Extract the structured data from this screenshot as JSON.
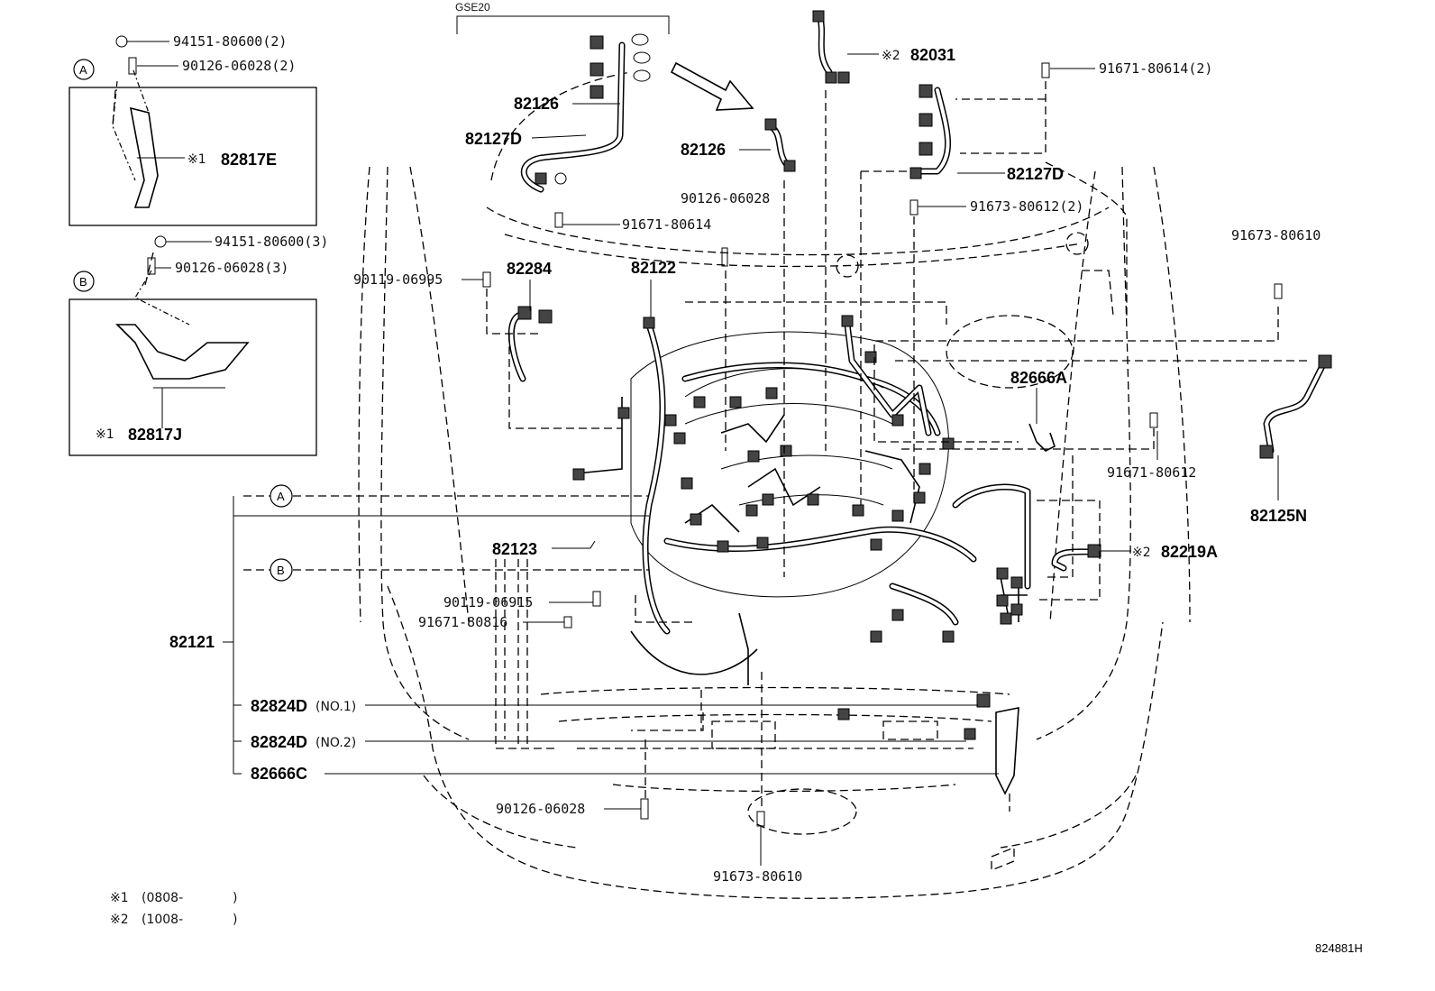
{
  "model_code": "GSE20",
  "figure_id": "824881H",
  "section_labels": {
    "a": "A",
    "b": "B"
  },
  "parts": {
    "p94151_80600_2": "94151-80600(2)",
    "p90126_06028_2": "90126-06028(2)",
    "p82817E": "82817E",
    "p94151_80600_3": "94151-80600(3)",
    "p90126_06028_3": "90126-06028(3)",
    "p82817J": "82817J",
    "p82126_a": "82126",
    "p82127D_a": "82127D",
    "p82126_b": "82126",
    "p82031": "82031",
    "p91671_80614_2": "91671-80614(2)",
    "p82127D_b": "82127D",
    "p91671_80614": "91671-80614",
    "p90126_06028_top": "90126-06028",
    "p91673_80612_2": "91673-80612(2)",
    "p91673_80610_right": "91673-80610",
    "p82284": "82284",
    "p82122": "82122",
    "p90119_06995": "90119-06995",
    "p82666A": "82666A",
    "p91671_80612": "91671-80612",
    "p82125N": "82125N",
    "p82123": "82123",
    "p82219A": "82219A",
    "p90119_06915": "90119-06915",
    "p91671_80816": "91671-80816",
    "p82121": "82121",
    "p82824D_1": "82824D",
    "p82824D_2": "82824D",
    "p82666C": "82666C",
    "p90126_06028_bottom": "90126-06028",
    "p91673_80610_bottom": "91673-80610"
  },
  "qualifiers": {
    "no1": "(NO.1)",
    "no2": "(NO.2)"
  },
  "marks": {
    "m1": "※1",
    "m2": "※2"
  },
  "notes": [
    {
      "mark": "※1",
      "text": "(0808-",
      "close": ")"
    },
    {
      "mark": "※2",
      "text": "(1008-",
      "close": ")"
    }
  ]
}
